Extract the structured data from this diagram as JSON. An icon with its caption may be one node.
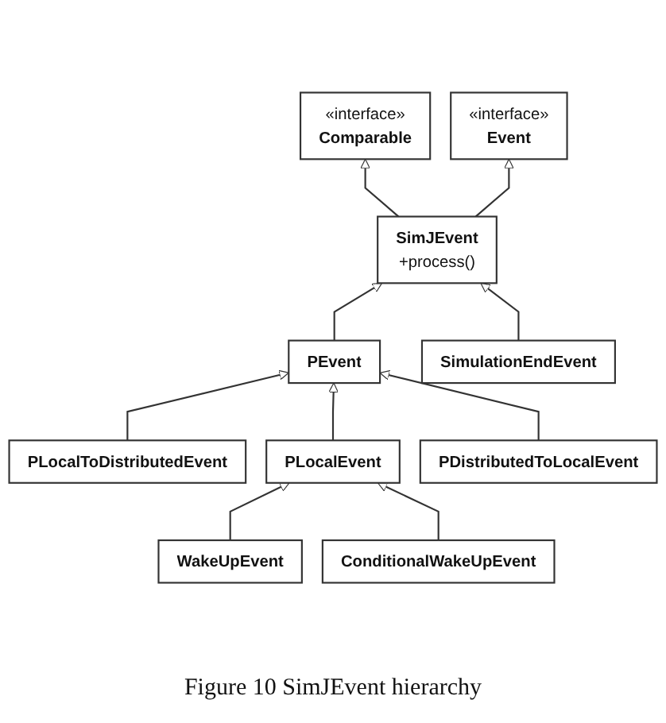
{
  "diagram": {
    "caption": "Figure 10 SimJEvent hierarchy",
    "nodes": [
      {
        "text": [
          "«interface»",
          "Comparable"
        ]
      },
      {
        "text": [
          "«interface»",
          "Event"
        ]
      },
      {
        "text": [
          "SimJEvent",
          "+process()"
        ]
      },
      {
        "text": [
          "PEvent"
        ]
      },
      {
        "text": [
          "SimulationEndEvent"
        ]
      },
      {
        "text": [
          "PLocalToDistributedEvent"
        ]
      },
      {
        "text": [
          "PLocalEvent"
        ]
      },
      {
        "text": [
          "PDistributedToLocalEvent"
        ]
      },
      {
        "text": [
          "WakeUpEvent"
        ]
      },
      {
        "text": [
          "ConditionalWakeUpEvent"
        ]
      }
    ],
    "edges": [
      {
        "from": 2,
        "to": 0,
        "arrow": "to"
      },
      {
        "from": 2,
        "to": 1,
        "arrow": "to"
      },
      {
        "from": 3,
        "to": 2,
        "arrow": "to"
      },
      {
        "from": 4,
        "to": 2,
        "arrow": "to"
      },
      {
        "from": 5,
        "to": 3,
        "arrow": "to"
      },
      {
        "from": 6,
        "to": 3,
        "arrow": "to"
      },
      {
        "from": 7,
        "to": 3,
        "arrow": "to"
      },
      {
        "from": 8,
        "to": 6,
        "arrow": "to"
      },
      {
        "from": 9,
        "to": 6,
        "arrow": "to"
      }
    ]
  }
}
